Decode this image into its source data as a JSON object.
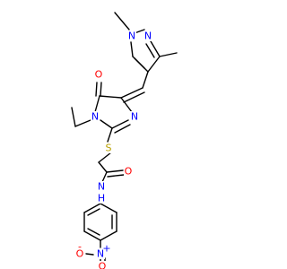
{
  "molecule": {
    "colors": {
      "bond": "#000000",
      "nitrogen": "#0000ff",
      "oxygen": "#ff0000",
      "sulfur": "#b8a000",
      "carbon": "#000000"
    },
    "atoms": [
      {
        "id": "C_me1",
        "label": ""
      },
      {
        "id": "N_pz1",
        "label": "N",
        "element": "nitrogen"
      },
      {
        "id": "N_pz2",
        "label": "N",
        "element": "nitrogen"
      },
      {
        "id": "C_pz3",
        "label": ""
      },
      {
        "id": "C_me3",
        "label": ""
      },
      {
        "id": "C_pz4",
        "label": ""
      },
      {
        "id": "C_pz5",
        "label": ""
      },
      {
        "id": "C_meth",
        "label": ""
      },
      {
        "id": "C_im4",
        "label": ""
      },
      {
        "id": "C_im5",
        "label": ""
      },
      {
        "id": "O_im5",
        "label": "O",
        "element": "oxygen"
      },
      {
        "id": "N_im1",
        "label": "N",
        "element": "nitrogen"
      },
      {
        "id": "C_im2",
        "label": ""
      },
      {
        "id": "N_im3",
        "label": "N",
        "element": "nitrogen"
      },
      {
        "id": "C_et1",
        "label": ""
      },
      {
        "id": "C_et2",
        "label": ""
      },
      {
        "id": "S",
        "label": "S",
        "element": "sulfur"
      },
      {
        "id": "C_ch2",
        "label": ""
      },
      {
        "id": "C_am",
        "label": ""
      },
      {
        "id": "O_am",
        "label": "O",
        "element": "oxygen"
      },
      {
        "id": "N_am",
        "label": "N",
        "element": "nitrogen"
      },
      {
        "id": "H_am",
        "label": "H",
        "element": "nitrogen"
      },
      {
        "id": "C_b1",
        "label": ""
      },
      {
        "id": "C_b2",
        "label": ""
      },
      {
        "id": "C_b3",
        "label": ""
      },
      {
        "id": "C_b4",
        "label": ""
      },
      {
        "id": "C_b5",
        "label": ""
      },
      {
        "id": "C_b6",
        "label": ""
      },
      {
        "id": "N_no2",
        "label": "N",
        "element": "nitrogen"
      },
      {
        "id": "N_no2_plus",
        "label": "+",
        "element": "nitrogen"
      },
      {
        "id": "O_no2a",
        "label": "O",
        "element": "oxygen"
      },
      {
        "id": "O_no2a_minus",
        "label": "-",
        "element": "oxygen"
      },
      {
        "id": "O_no2b",
        "label": "O",
        "element": "oxygen"
      }
    ]
  }
}
